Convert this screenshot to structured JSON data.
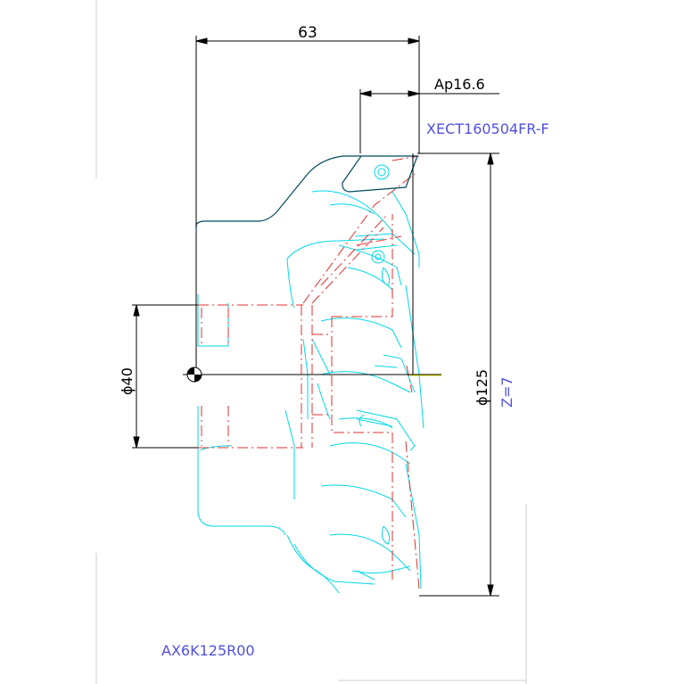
{
  "drawing": {
    "dim_width": "63",
    "dim_ap": "Ap16.6",
    "insert_code": "XECT160504FR-F",
    "dim_bore": "ϕ40",
    "dim_diameter": "ϕ125",
    "teeth": "Z=7",
    "part_code": "AX6K125R00"
  },
  "colors": {
    "dimension": "#000000",
    "insert_label": "#5050e0",
    "body_outline": "#00d8e8",
    "hidden_line": "#e03030",
    "insert_outline": "#004a5a",
    "centerline": "#e0e000",
    "frame": "#cccccc"
  }
}
